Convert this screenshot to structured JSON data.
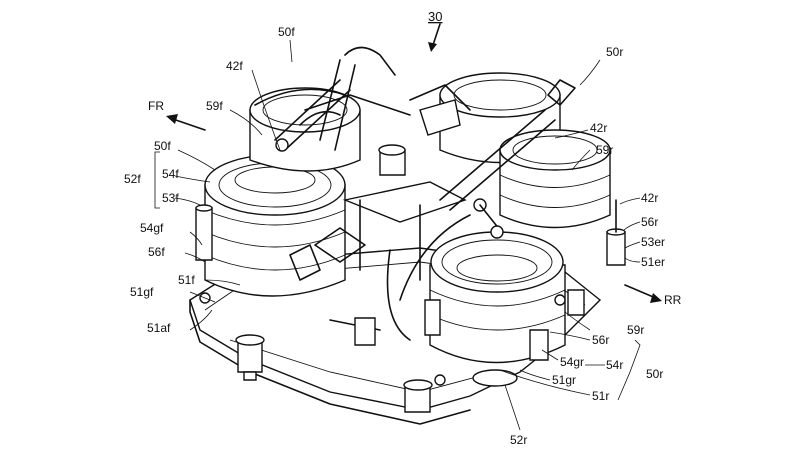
{
  "figure_number": "30",
  "directions": {
    "front": "FR",
    "rear": "RR"
  },
  "labels": {
    "l50f_top": "50f",
    "l42f": "42f",
    "l59f": "59f",
    "l50f_side": "50f",
    "l52f": "52f",
    "l54f": "54f",
    "l53f": "53f",
    "l54gf": "54gf",
    "l56f": "56f",
    "l51f": "51f",
    "l51gf": "51gf",
    "l51af": "51af",
    "l50r_top": "50r",
    "l42r_a": "42r",
    "l59r_a": "59r",
    "l42r_b": "42r",
    "l56r_a": "56r",
    "l53er": "53er",
    "l51er": "51er",
    "l59r_b": "59r",
    "l56r_b": "56r",
    "l54gr": "54gr",
    "l54r": "54r",
    "l50r_bottom": "50r",
    "l51gr": "51gr",
    "l51r": "51r",
    "l52r": "52r"
  }
}
